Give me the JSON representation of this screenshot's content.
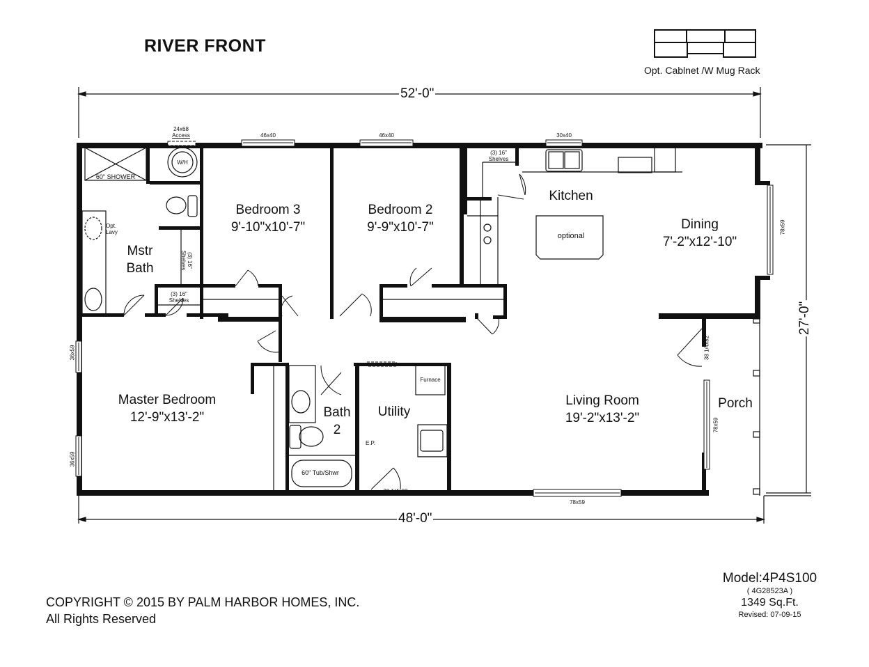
{
  "header": {
    "title": "RIVER FRONT",
    "cabinet_option_label": "Opt. Cablnet /W Mug Rack"
  },
  "dimensions": {
    "top_width": "52'-0\"",
    "bottom_width": "48'-0\"",
    "right_depth": "27'-0\""
  },
  "rooms": [
    {
      "id": "mstr-bath",
      "name": "Mstr\nBath",
      "line1": "Mstr",
      "line2": "Bath",
      "size": ""
    },
    {
      "id": "bedroom-3",
      "name": "Bedroom 3",
      "size": "9'-10\"x10'-7\""
    },
    {
      "id": "bedroom-2",
      "name": "Bedroom 2",
      "size": "9'-9\"x10'-7\""
    },
    {
      "id": "kitchen",
      "name": "Kitchen",
      "size": ""
    },
    {
      "id": "dining",
      "name": "Dining",
      "size": "7'-2\"x12'-10\""
    },
    {
      "id": "master-bedroom",
      "name": "Master Bedroom",
      "size": "12'-9\"x13'-2\""
    },
    {
      "id": "bath-2",
      "name": "Bath",
      "line2": "2",
      "size": ""
    },
    {
      "id": "utility",
      "name": "Utility",
      "size": ""
    },
    {
      "id": "living-room",
      "name": "Living Room",
      "size": "19'-2\"x13'-2\""
    },
    {
      "id": "porch",
      "name": "Porch",
      "size": ""
    }
  ],
  "annotations": {
    "access": "24x68\nAccess",
    "access_line1": "24x68",
    "access_line2": "Access",
    "water_heater": "W/H",
    "shower": "60\" SHOWER",
    "opt_lavy_1": "Opt.",
    "opt_lavy_2": "Lavy",
    "shelves_vertical_1": "(3) 16\"",
    "shelves_vertical_2": "Shelves",
    "shelves_closet_1": "(3) 16\"",
    "shelves_closet_2": "Shelves",
    "pantry_shelves_1": "(3) 16\"",
    "pantry_shelves_2": "Shelves",
    "island": "optional",
    "furnace": "Furnace",
    "tub": "60\" Tub/Shwr",
    "ep": "E.P.",
    "utility_door": "38 1/4x82",
    "porch_door": "38 1/4x82"
  },
  "windows": {
    "bedroom3_top": "46x40",
    "bedroom2_top": "46x40",
    "kitchen_top": "30x40",
    "dining_right": "78x59",
    "master_left_upper": "36x59",
    "master_left_lower": "36x59",
    "living_bottom": "78x59",
    "living_porch": "78x59"
  },
  "footer": {
    "copyright": "COPYRIGHT © 2015 BY PALM HARBOR HOMES, INC.",
    "rights": "All Rights Reserved",
    "model": "Model:4P4S100",
    "model_code": "( 4G28523A )",
    "sqft": "1349 Sq.Ft.",
    "revised": "Revised: 07-09-15"
  }
}
